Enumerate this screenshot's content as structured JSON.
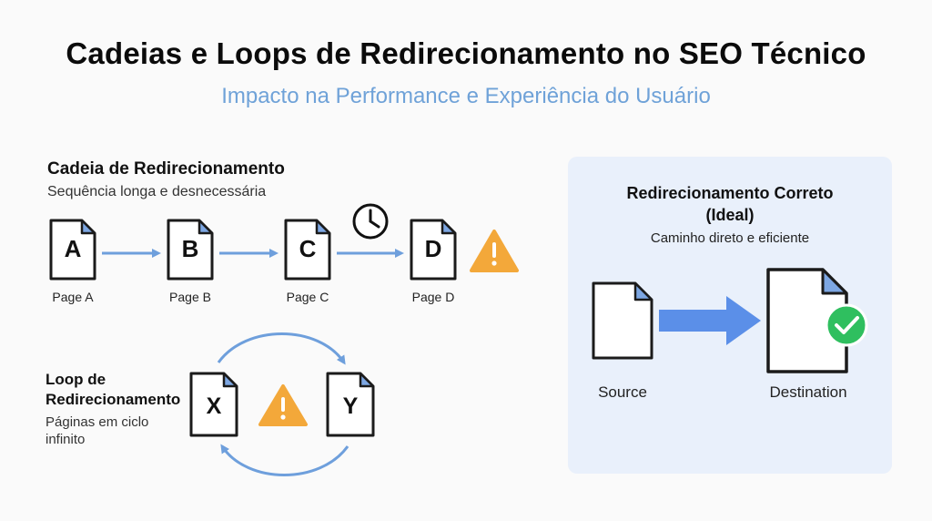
{
  "header": {
    "title": "Cadeias e Loops de Redirecionamento no SEO Técnico",
    "subtitle": "Impacto na Performance e Experiência do Usuário"
  },
  "chain": {
    "title": "Cadeia de Redirecionamento",
    "subtitle": "Sequência longa e desnecessária",
    "pages": [
      {
        "letter": "A",
        "label": "Page A"
      },
      {
        "letter": "B",
        "label": "Page B"
      },
      {
        "letter": "C",
        "label": "Page C"
      },
      {
        "letter": "D",
        "label": "Page D"
      }
    ],
    "icons": [
      "clock-icon",
      "warning-icon"
    ]
  },
  "loop": {
    "title_line1": "Loop de",
    "title_line2": "Redirecionamento",
    "subtitle_line1": "Páginas em ciclo",
    "subtitle_line2": "infinito",
    "pages": [
      {
        "letter": "X"
      },
      {
        "letter": "Y"
      }
    ],
    "icons": [
      "warning-icon",
      "cycle-arrows"
    ]
  },
  "ideal": {
    "title_line1": "Redirecionamento Correto",
    "title_line2": "(Ideal)",
    "subtitle": "Caminho direto e eficiente",
    "source_label": "Source",
    "destination_label": "Destination",
    "icons": [
      "arrow-right-icon",
      "check-circle-icon"
    ]
  },
  "colors": {
    "arrow_blue": "#6e9fdc",
    "big_arrow_blue": "#5b8fe8",
    "doc_fold_blue": "#7da7e3",
    "warning_orange": "#f3a83a",
    "check_green": "#2fbf5f",
    "panel_bg": "#e9f0fb",
    "subtitle_blue": "#6fa2d8"
  }
}
